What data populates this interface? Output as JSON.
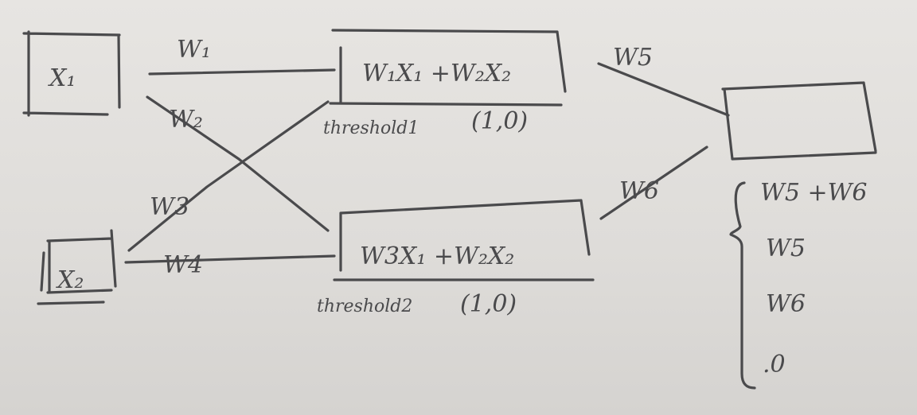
{
  "inputs": {
    "x1": "X₁",
    "x2": "X₂"
  },
  "weights": {
    "w1": "W₁",
    "w2": "W₂",
    "w3": "W3",
    "w4": "W4",
    "w5": "W5",
    "w6": "W6"
  },
  "hidden": {
    "node1_expr": "W₁X₁ +W₂X₂",
    "node1_threshold": "threshold1",
    "node1_outputs": "(1,0)",
    "node2_expr": "W3X₁ +W₂X₂",
    "node2_threshold": "threshold2",
    "node2_outputs": "(1,0)"
  },
  "output": {
    "values": [
      "W5 +W6",
      "W5",
      "W6",
      ".0"
    ]
  }
}
